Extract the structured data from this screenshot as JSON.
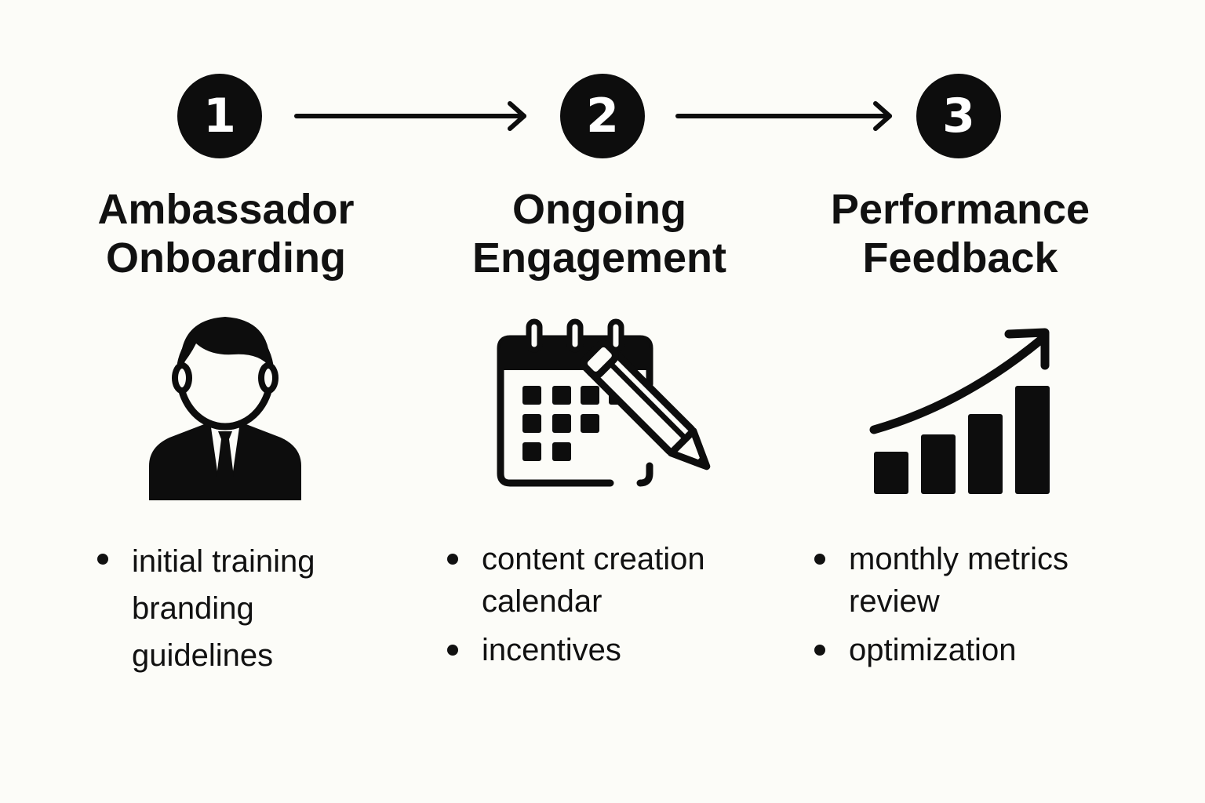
{
  "steps": [
    {
      "number": "1",
      "title_line1": "Ambassador",
      "title_line2": "Onboarding",
      "icon": "person-with-tie-icon",
      "bullets": [
        "initial training branding guidelines"
      ]
    },
    {
      "number": "2",
      "title_line1": "Ongoing",
      "title_line2": "Engagement",
      "icon": "calendar-pencil-icon",
      "bullets": [
        "content creation calendar",
        "incentives"
      ]
    },
    {
      "number": "3",
      "title_line1": "Performance",
      "title_line2": "Feedback",
      "icon": "growth-chart-icon",
      "bullets": [
        "monthly metrics review",
        "optimization"
      ]
    }
  ],
  "colors": {
    "background": "#fcfcf8",
    "foreground": "#0d0d0d",
    "circle_text": "#ffffff"
  }
}
